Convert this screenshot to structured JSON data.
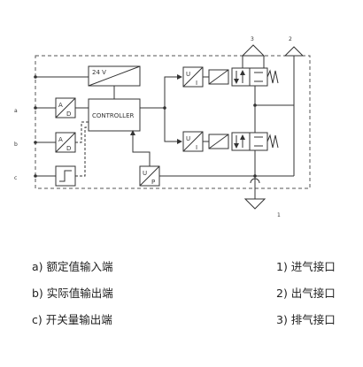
{
  "blocks": {
    "power": "24 V",
    "controller": "CONTROLLER",
    "ad_top": "A/D",
    "ad_bottom": "A/D",
    "up_converter": "U/P",
    "ui_top": "U/I",
    "ui_bottom": "U/I"
  },
  "terminals": {
    "a": "a",
    "b": "b",
    "c": "c"
  },
  "ports": {
    "p1": "1",
    "p2": "2",
    "p3": "3"
  },
  "legend": {
    "left": [
      "a) 额定值输入端",
      "b) 实际值输出端",
      "c) 开关量输出端"
    ],
    "right": [
      "1) 进气接口",
      "2) 出气接口",
      "3) 排气接口"
    ]
  }
}
